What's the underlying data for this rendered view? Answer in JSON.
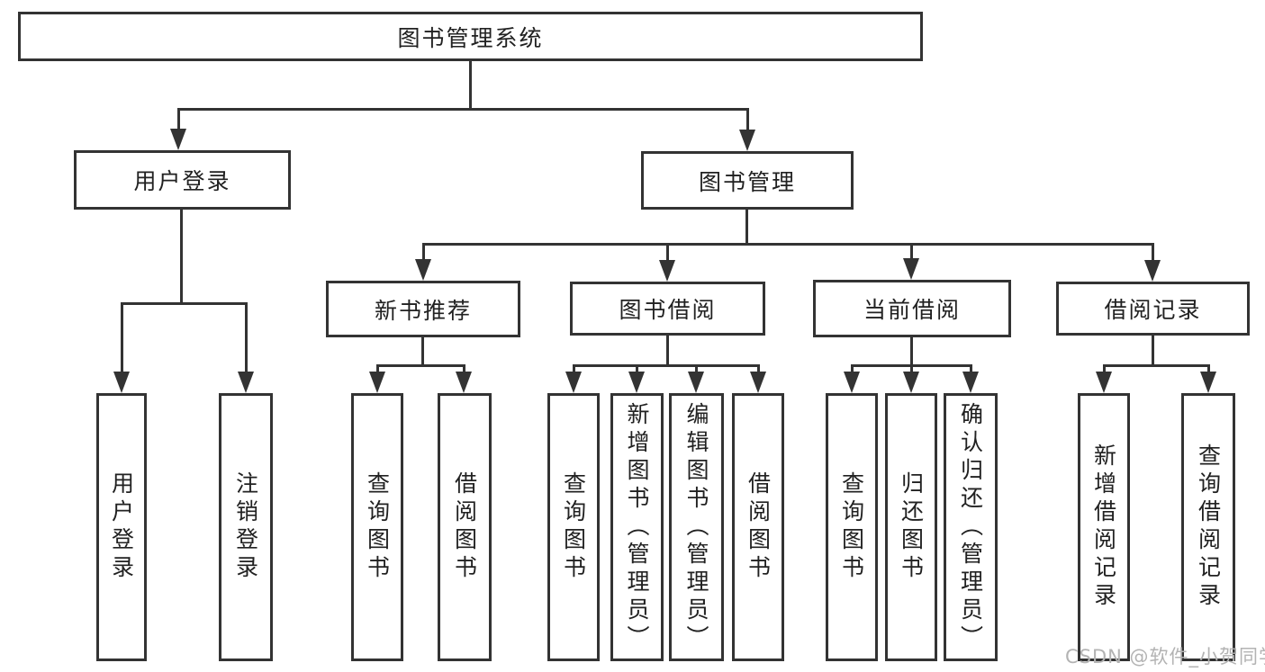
{
  "tree": {
    "root": "图书管理系统",
    "level2": [
      {
        "id": "user-login",
        "label": "用户登录",
        "children": [
          "用户登录",
          "注销登录"
        ]
      },
      {
        "id": "book-management",
        "label": "图书管理",
        "children": [
          {
            "label": "新书推荐",
            "children": [
              "查询图书",
              "借阅图书"
            ]
          },
          {
            "label": "图书借阅",
            "children": [
              "查询图书",
              "新增图书（管理员）",
              "编辑图书（管理员）",
              "借阅图书"
            ]
          },
          {
            "label": "当前借阅",
            "children": [
              "查询图书",
              "归还图书",
              "确认归还（管理员）"
            ]
          },
          {
            "label": "借阅记录",
            "children": [
              "新增借阅记录",
              "查询借阅记录"
            ]
          }
        ]
      }
    ]
  },
  "watermark": "CSDN @软件_小贺同学",
  "colors": {
    "line": "#333333",
    "text": "#212121",
    "watermark": "#b3b3b3",
    "background": "#ffffff"
  }
}
